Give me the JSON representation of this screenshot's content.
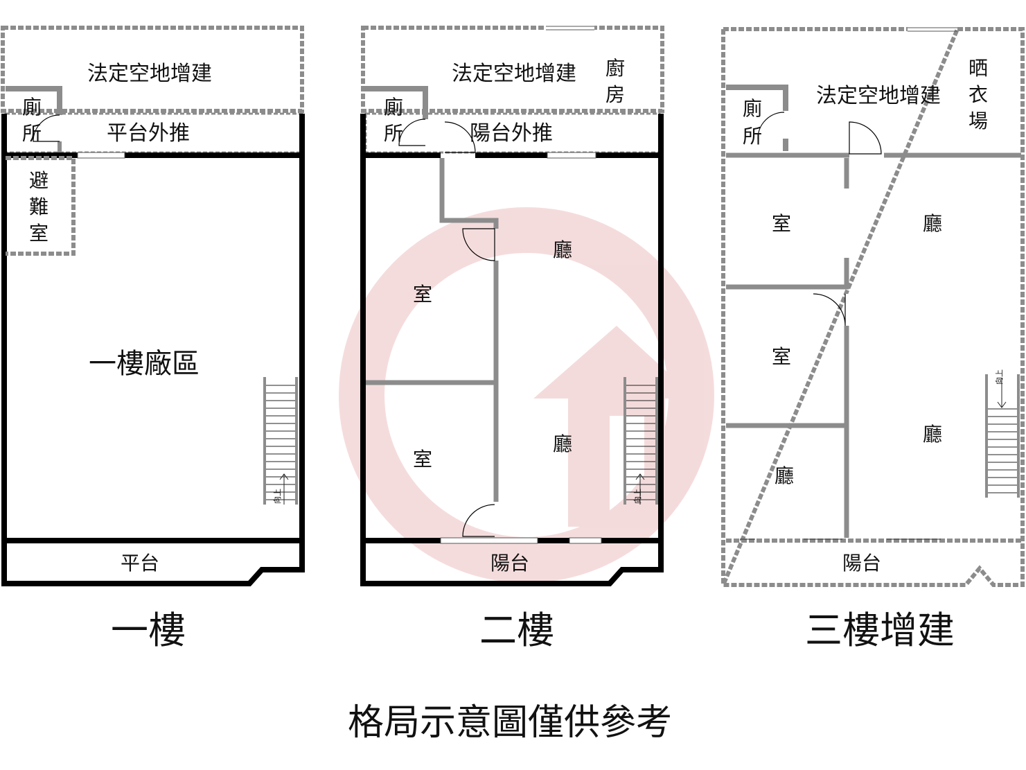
{
  "floors": [
    {
      "title": "一樓",
      "rooms": {
        "addition": "法定空地增建",
        "toilet": [
          "廁",
          "所"
        ],
        "platform_ext": "平台外推",
        "refuge": [
          "避",
          "難",
          "室"
        ],
        "factory": "一樓廠區",
        "platform": "平台"
      },
      "stair_label": "向上"
    },
    {
      "title": "二樓",
      "rooms": {
        "addition": "法定空地增建",
        "kitchen": [
          "廚",
          "房"
        ],
        "toilet": [
          "廁",
          "所"
        ],
        "balcony_ext": "陽台外推",
        "room_a": "室",
        "room_b": "室",
        "hall_a": "廳",
        "hall_b": "廳",
        "balcony": "陽台"
      },
      "stair_label": "向上"
    },
    {
      "title": "三樓增建",
      "rooms": {
        "addition": "法定空地增建",
        "drying": [
          "晒",
          "衣",
          "場"
        ],
        "toilet": [
          "廁",
          "所"
        ],
        "room_a": "室",
        "room_b": "室",
        "hall_a": "廳",
        "hall_b": "廳",
        "hall_c": "廳",
        "balcony": "陽台"
      },
      "stair_label": "向上"
    }
  ],
  "note": "格局示意圖僅供參考",
  "colors": {
    "wall": "#000000",
    "wall_gray": "#8c8c8c",
    "watermark": "#f4dada"
  },
  "watermark_icon": "brand-logo-icon"
}
